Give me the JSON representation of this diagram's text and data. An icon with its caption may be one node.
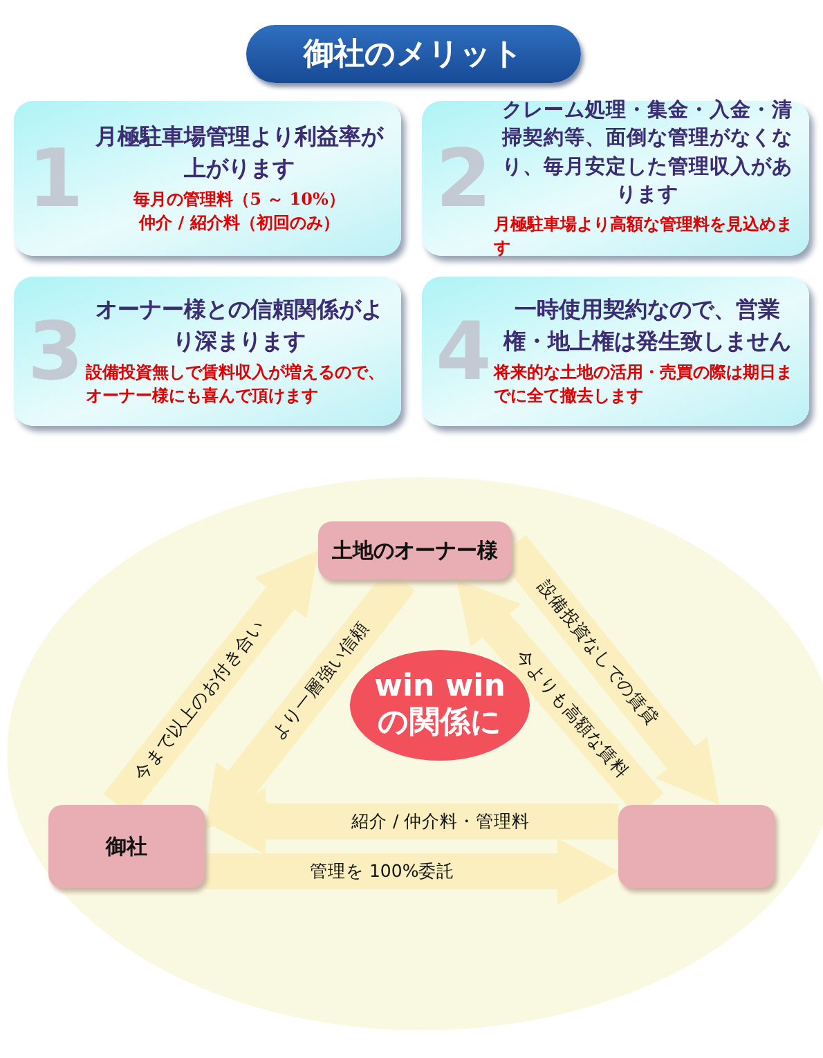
{
  "diagram": {
    "title": "御社のメリット",
    "nodes": [
      {
        "text": [
          "月極駐車場管理より利益率が上がります",
          "毎月の管理料（5 ～ 10%）",
          "仲介 / 紹介料（初回のみ）",
          "1"
        ]
      },
      {
        "text": [
          "クレーム処理・集金・入金・清掃契約等、面倒な管理がなくなり、毎月安定した管理収入があります",
          "月極駐車場より高額な管理料を見込めます",
          "2"
        ]
      },
      {
        "text": [
          "オーナー様との信頼関係がより深まります",
          "設備投資無しで賃料収入が増えるので、オーナー様にも喜んで頂けます",
          "3"
        ]
      },
      {
        "text": [
          "一時使用契約なので、営業権・地上権は発生致しません",
          "将来的な土地の活用・売買の際は期日までに全て撤去します",
          "4"
        ]
      },
      {
        "text": [
          "土地のオーナー様"
        ]
      },
      {
        "text": [
          "御社"
        ]
      },
      {
        "text": [],
        "shape": "box"
      },
      {
        "text": [
          "win winの関係に"
        ]
      }
    ],
    "edges": [
      {
        "from": 5,
        "to": 4,
        "arrow": "to",
        "label": "今まで以上のお付き合い"
      },
      {
        "from": 4,
        "to": 5,
        "arrow": "to",
        "label": "より一層強い信頼"
      },
      {
        "from": 4,
        "to": 6,
        "arrow": "to",
        "label": "設備投資なしでの賃貸"
      },
      {
        "from": 6,
        "to": 4,
        "arrow": "to",
        "label": "今よりも高額な賃料"
      },
      {
        "from": 6,
        "to": 5,
        "arrow": "to",
        "label": "紹介 / 仲介料・管理料"
      },
      {
        "from": 5,
        "to": 6,
        "arrow": "to",
        "label": "管理を 100%委託"
      }
    ]
  }
}
